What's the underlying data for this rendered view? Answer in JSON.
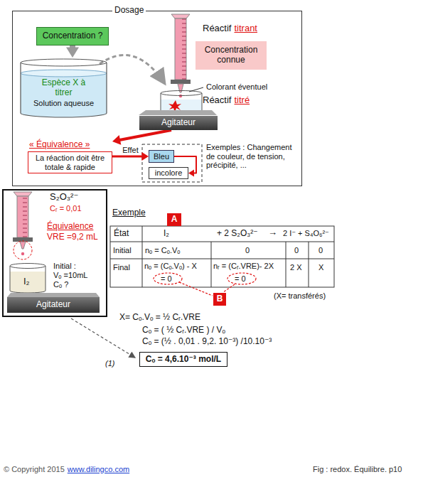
{
  "diagram": {
    "nodes": [
      {
        "text": [
          "Dosage"
        ]
      },
      {
        "text": [
          "Concentration ?"
        ],
        "in": 0
      },
      {
        "text": [
          "Espèce X à titrer",
          "Solution aqueuse"
        ],
        "in": 0
      },
      {
        "text": [
          "Concentration connue"
        ],
        "in": 0
      },
      {
        "text": [
          "Agitateur"
        ],
        "in": 0
      },
      {
        "text": [
          "« Équivalence »",
          "La réaction doit être totale & rapide"
        ],
        "in": 0
      },
      {
        "text": [
          "Bleu"
        ],
        "in": 0
      },
      {
        "text": [
          "incolore"
        ],
        "in": 0
      },
      {
        "text": [
          "Agitateur"
        ]
      },
      {
        "text": [
          "A"
        ]
      },
      {
        "text": [
          "B"
        ]
      },
      {
        "text": [
          "Cₒ = 4,6.10⁻³ mol/L"
        ]
      }
    ],
    "edges": [
      {
        "from": 1,
        "to": 2,
        "arrow": "to"
      },
      {
        "from": 4,
        "to": 5,
        "arrow": "to"
      },
      {
        "from": 5,
        "to": 6,
        "label": "Effet",
        "arrow": "to"
      },
      {
        "from": 6,
        "to": 7,
        "arrow": "to"
      }
    ],
    "labels": [
      "Réactif",
      "titrant",
      "Colorant éventuel",
      "Réactif",
      "titré",
      "Exemples : Changement de couleur, de tension, précipité, ...",
      "S₂O₃²⁻",
      "Cᵣ = 0,01",
      "Équivalence",
      "VRE =9,2 mL",
      "Initial :",
      "Vₒ =10mL",
      "Cₒ ?",
      "I₂",
      "Exemple",
      "État",
      "I₂",
      "+ 2 S₂O₃²⁻",
      "→",
      "2 I⁻ + S₄O₆²⁻",
      "Initial",
      "nₒ = Cₒ.Vₒ",
      "0",
      "0",
      "0",
      "Final",
      "nₒ = (Cₒ.Vₒ) - X",
      "nᵣ = (Cᵣ.VRE)- 2X",
      "2 X",
      "X",
      "= 0",
      "= 0",
      "(X= transférés)",
      "X= Cₒ.Vₒ = ½ Cᵣ.VRE",
      "(1)",
      "Cₒ = ( ½ Cᵣ.VRE ) / Vₒ",
      "Cₒ = (½ . 0,01 . 9,2. 10⁻³) /10.10⁻³",
      "© Copyright 2015",
      "www.dilingco.com",
      "Fig : redox. Équilibre. p10"
    ]
  }
}
